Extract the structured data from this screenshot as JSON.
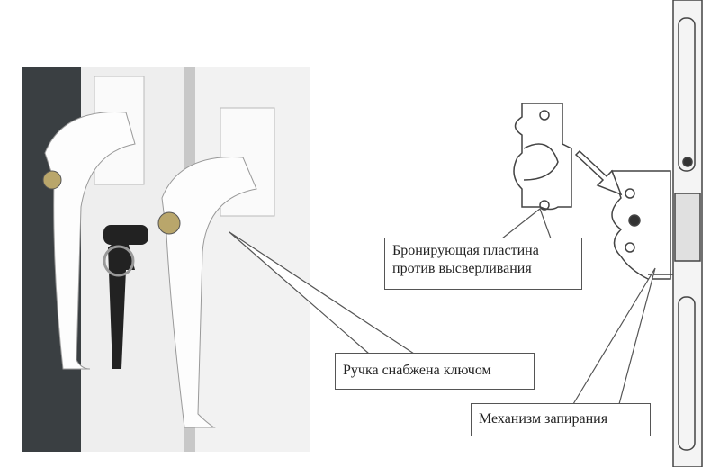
{
  "labels": {
    "anti_drill_line1": "Бронирующая пластина",
    "anti_drill_line2": "против высверливания",
    "handle_key": "Ручка снабжена ключом",
    "locking_mechanism": "Механизм запирания"
  }
}
